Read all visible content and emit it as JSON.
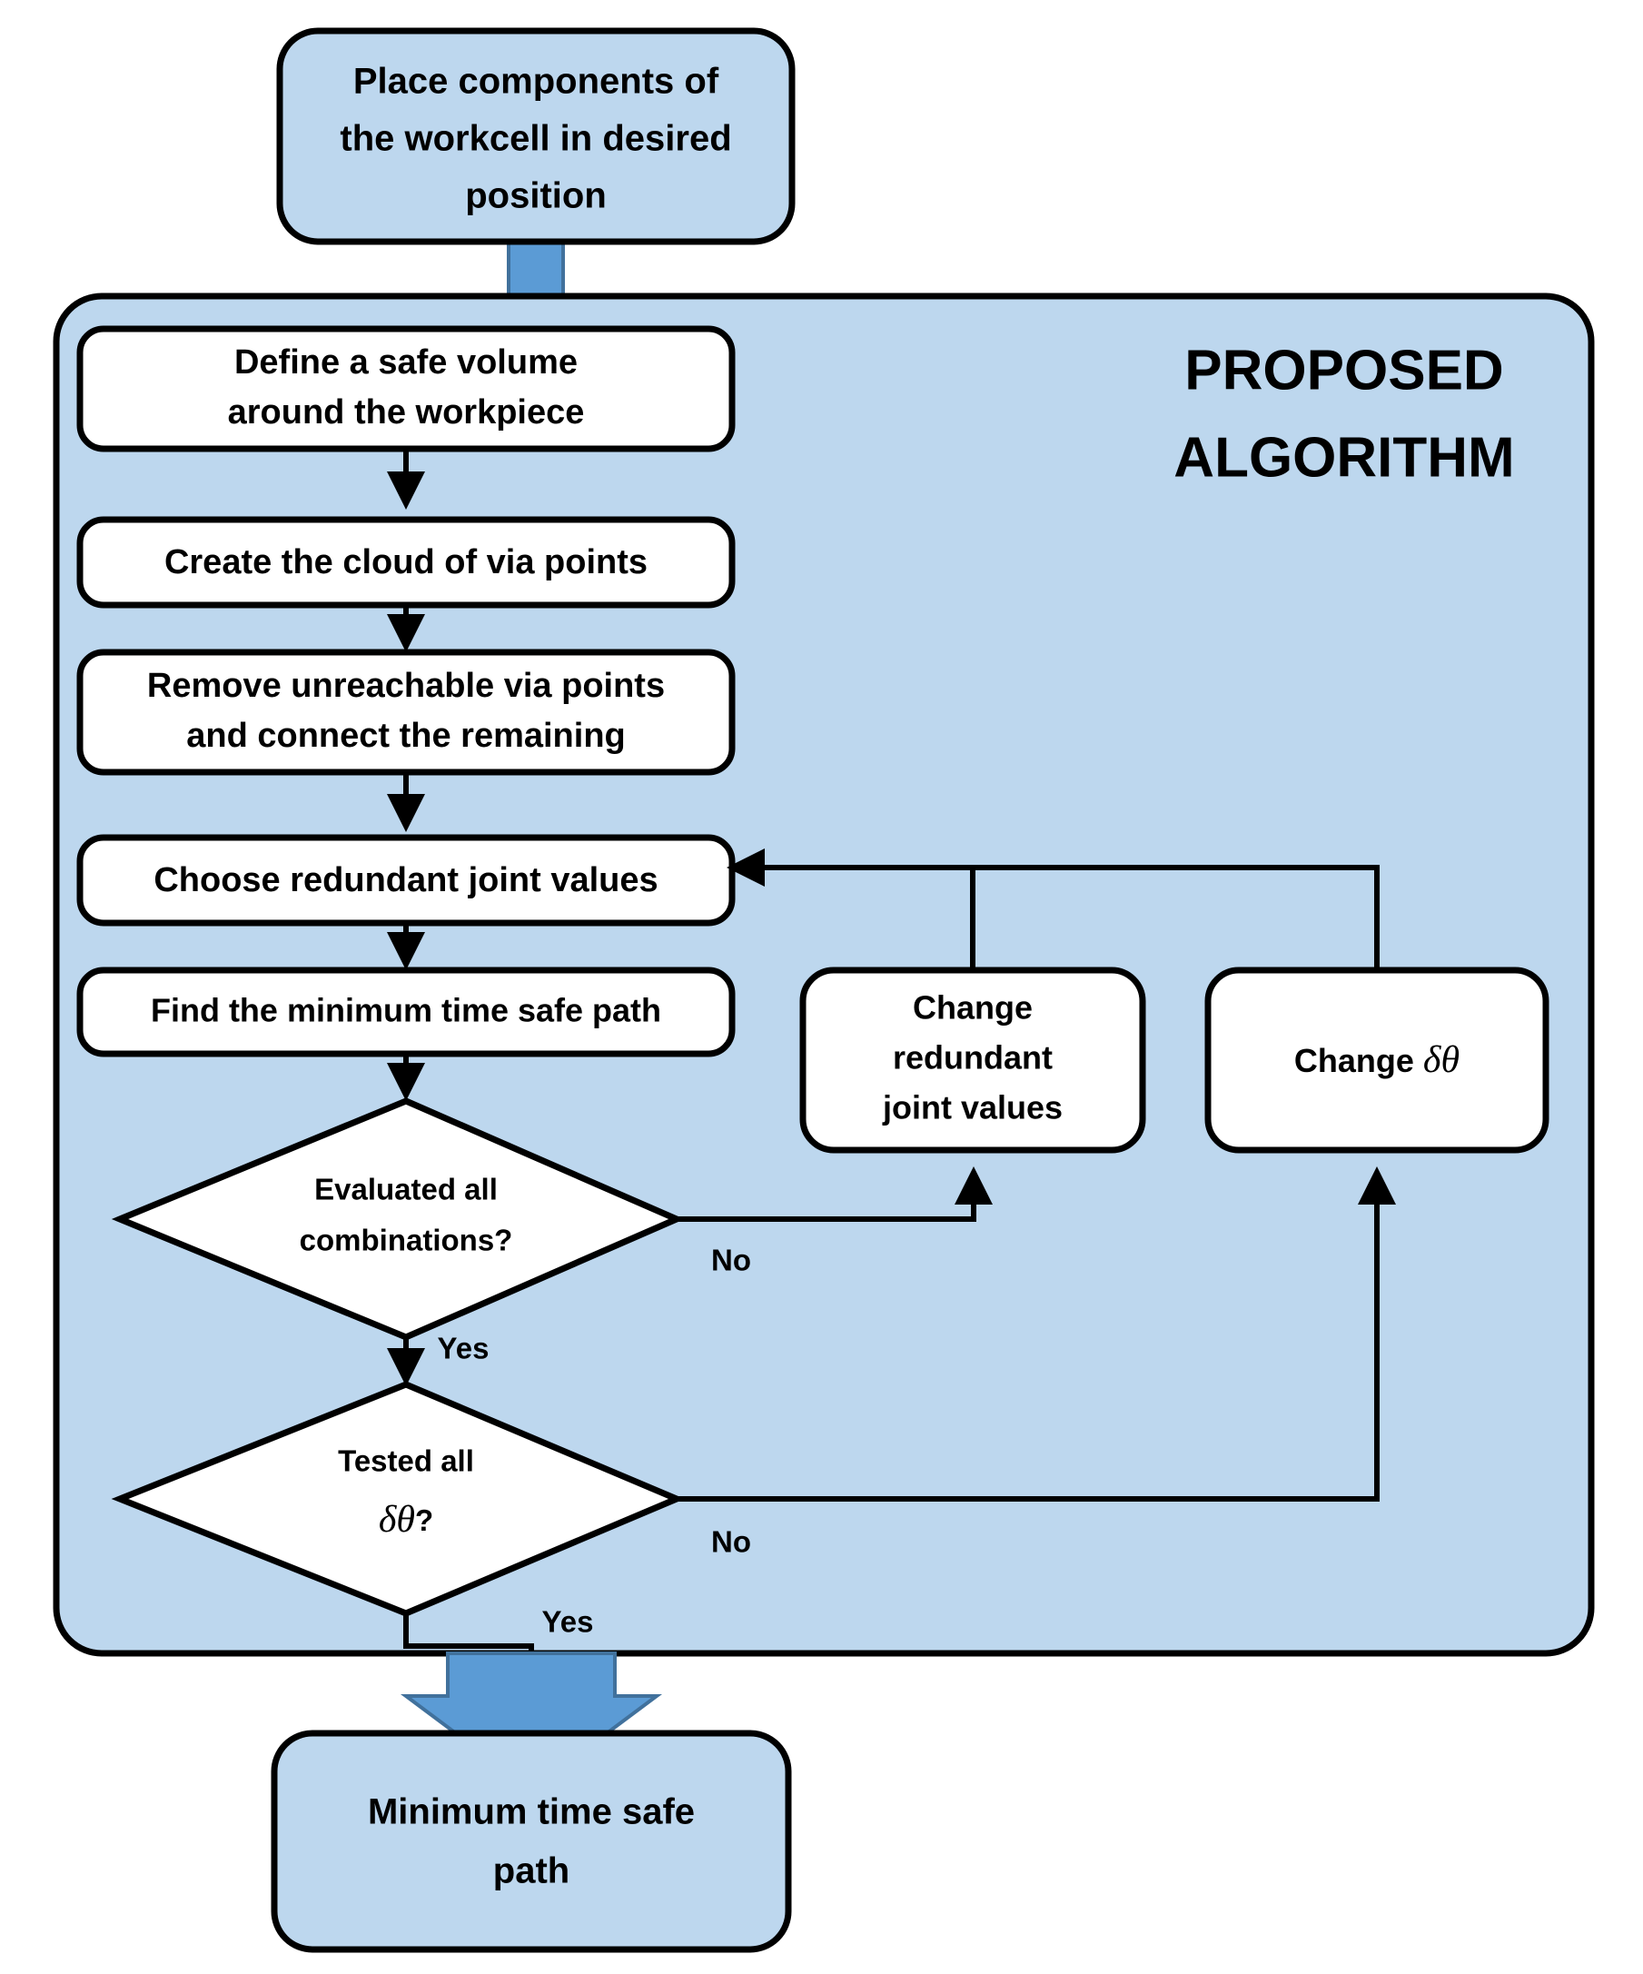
{
  "diagram": {
    "title": "PROPOSED ALGORITHM",
    "start_node": {
      "label_line1": "Place components of",
      "label_line2": "the workcell in desired",
      "label_line3": "position"
    },
    "panel": {
      "title_line1": "PROPOSED",
      "title_line2": "ALGORITHM"
    },
    "process_steps": [
      {
        "id": "define-safe-volume",
        "line1": "Define a safe volume",
        "line2": "around the workpiece"
      },
      {
        "id": "create-cloud",
        "line1": "Create the cloud of via points",
        "line2": ""
      },
      {
        "id": "remove-unreachable",
        "line1": "Remove unreachable via points",
        "line2": "and connect the remaining"
      },
      {
        "id": "choose-redundant",
        "line1": "Choose redundant joint values",
        "line2": ""
      },
      {
        "id": "find-min-time",
        "line1": "Find the minimum time safe path",
        "line2": ""
      }
    ],
    "decisions": [
      {
        "id": "evaluated-all-combinations",
        "line1": "Evaluated all",
        "line2": "combinations?",
        "yes_label": "Yes",
        "no_label": "No"
      },
      {
        "id": "tested-all-delta-theta",
        "line1": "Tested all",
        "line2_prefix": "",
        "line2_greek": "δθ",
        "line2_suffix": "?",
        "yes_label": "Yes",
        "no_label": "No"
      }
    ],
    "feedback_nodes": [
      {
        "id": "change-redundant-joint-values",
        "line1": "Change",
        "line2": "redundant",
        "line3": "joint values"
      },
      {
        "id": "change-delta-theta",
        "prefix": "Change ",
        "greek": "δθ"
      }
    ],
    "end_node": {
      "line1": "Minimum time safe",
      "line2": "path"
    },
    "colors": {
      "fill_light_blue": "#bdd7ee",
      "fill_white": "#ffffff",
      "accent_blue": "#5b9bd5",
      "accent_blue_border": "#41719c",
      "stroke_black": "#000000"
    }
  }
}
